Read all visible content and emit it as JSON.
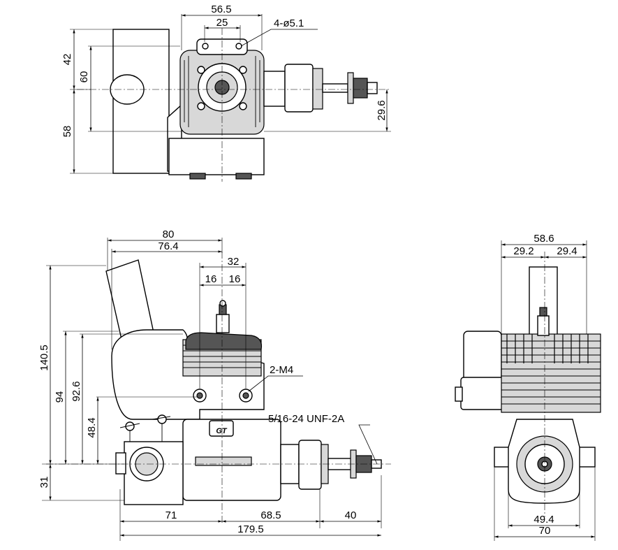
{
  "top_view": {
    "dims": {
      "width_56_5": "56.5",
      "width_25": "25",
      "holes": "4-ø5.1",
      "h_42": "42",
      "h_60": "60",
      "h_58": "58",
      "h_29_6": "29.6"
    }
  },
  "side_view": {
    "dims": {
      "w_80": "80",
      "w_76_4": "76.4",
      "w_32": "32",
      "w_16a": "16",
      "w_16b": "16",
      "h_140_5": "140.5",
      "h_94": "94",
      "h_92_6": "92.6",
      "h_48_4": "48.4",
      "h_31": "31",
      "w_71": "71",
      "w_68_5": "68.5",
      "w_40": "40",
      "w_179_5": "179.5"
    },
    "callouts": {
      "mount": "2-M4",
      "thread": "5/16-24 UNF-2A"
    },
    "logo": "GT"
  },
  "front_view": {
    "dims": {
      "w_58_6": "58.6",
      "w_29_2": "29.2",
      "w_29_4": "29.4",
      "w_49_4": "49.4",
      "w_70": "70"
    }
  }
}
